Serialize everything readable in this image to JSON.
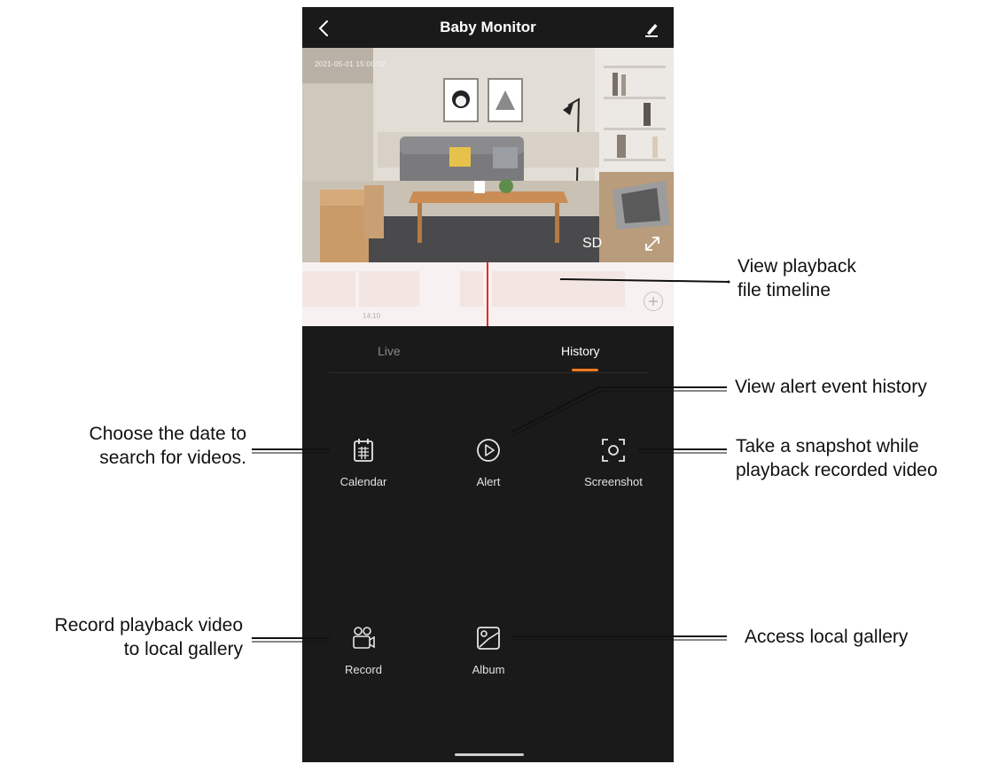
{
  "header": {
    "title": "Baby Monitor",
    "back_icon": "chevron-left-icon",
    "edit_icon": "pencil-icon"
  },
  "video": {
    "timestamp": "2021-05-01  15:00:02",
    "quality_label": "SD",
    "fullscreen_icon": "expand-diagonal-icon"
  },
  "timeline": {
    "tick_label": "14:10",
    "zoom_icon": "plus-circle-icon",
    "cursor_color": "#e62b2b"
  },
  "tabs": [
    {
      "label": "Live",
      "active": false
    },
    {
      "label": "History",
      "active": true
    }
  ],
  "actions": [
    {
      "label": "Calendar",
      "icon": "calendar-icon"
    },
    {
      "label": "Alert",
      "icon": "play-circle-icon"
    },
    {
      "label": "Screenshot",
      "icon": "screenshot-icon"
    },
    {
      "label": "Record",
      "icon": "video-camera-icon"
    },
    {
      "label": "Album",
      "icon": "gallery-icon"
    }
  ],
  "annotations": {
    "timeline": [
      "View playback",
      "file timeline"
    ],
    "alert": [
      "View alert event history"
    ],
    "calendar": [
      "Choose the date to",
      "search for videos."
    ],
    "screenshot": [
      "Take a snapshot while",
      "playback recorded video"
    ],
    "record": [
      "Record playback video",
      "to local gallery"
    ],
    "album": [
      "Access local gallery"
    ]
  },
  "colors": {
    "accent": "#ff7a1a",
    "panel_background": "#1a1a1a",
    "page_background": "#ffffff"
  }
}
